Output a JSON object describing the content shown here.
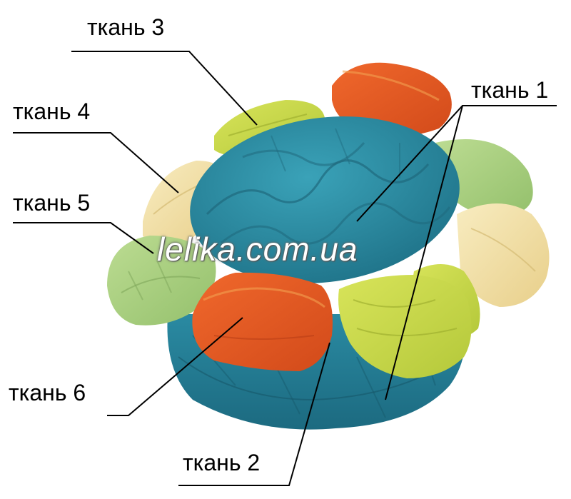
{
  "labels": {
    "fabric1": "ткань 1",
    "fabric2": "ткань 2",
    "fabric3": "ткань 3",
    "fabric4": "ткань 4",
    "fabric5": "ткань 5",
    "fabric6": "ткань 6"
  },
  "watermark": "lelika.com.ua",
  "colors": {
    "teal": "#2f8fa6",
    "teal_dark": "#1f6f86",
    "orange": "#e8541c",
    "orange_dark": "#c8401a",
    "lime": "#c8d84a",
    "light_green": "#a8cf7a",
    "cream": "#f3e0a8",
    "pale_green": "#b8d89a"
  }
}
